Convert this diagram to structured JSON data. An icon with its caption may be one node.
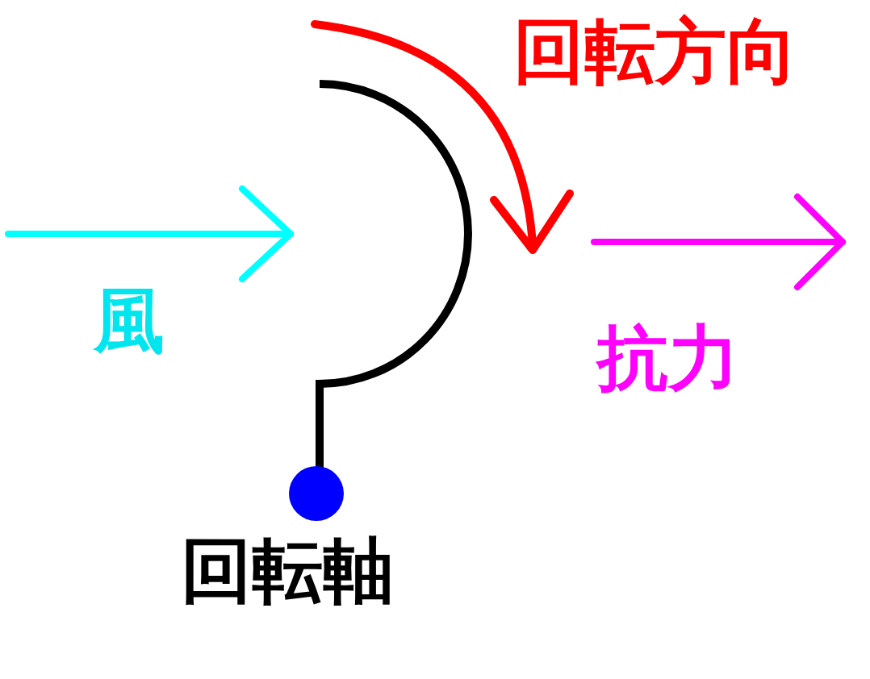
{
  "diagram": {
    "labels": [
      "回転方向",
      "風",
      "抗力",
      "回転軸"
    ]
  }
}
